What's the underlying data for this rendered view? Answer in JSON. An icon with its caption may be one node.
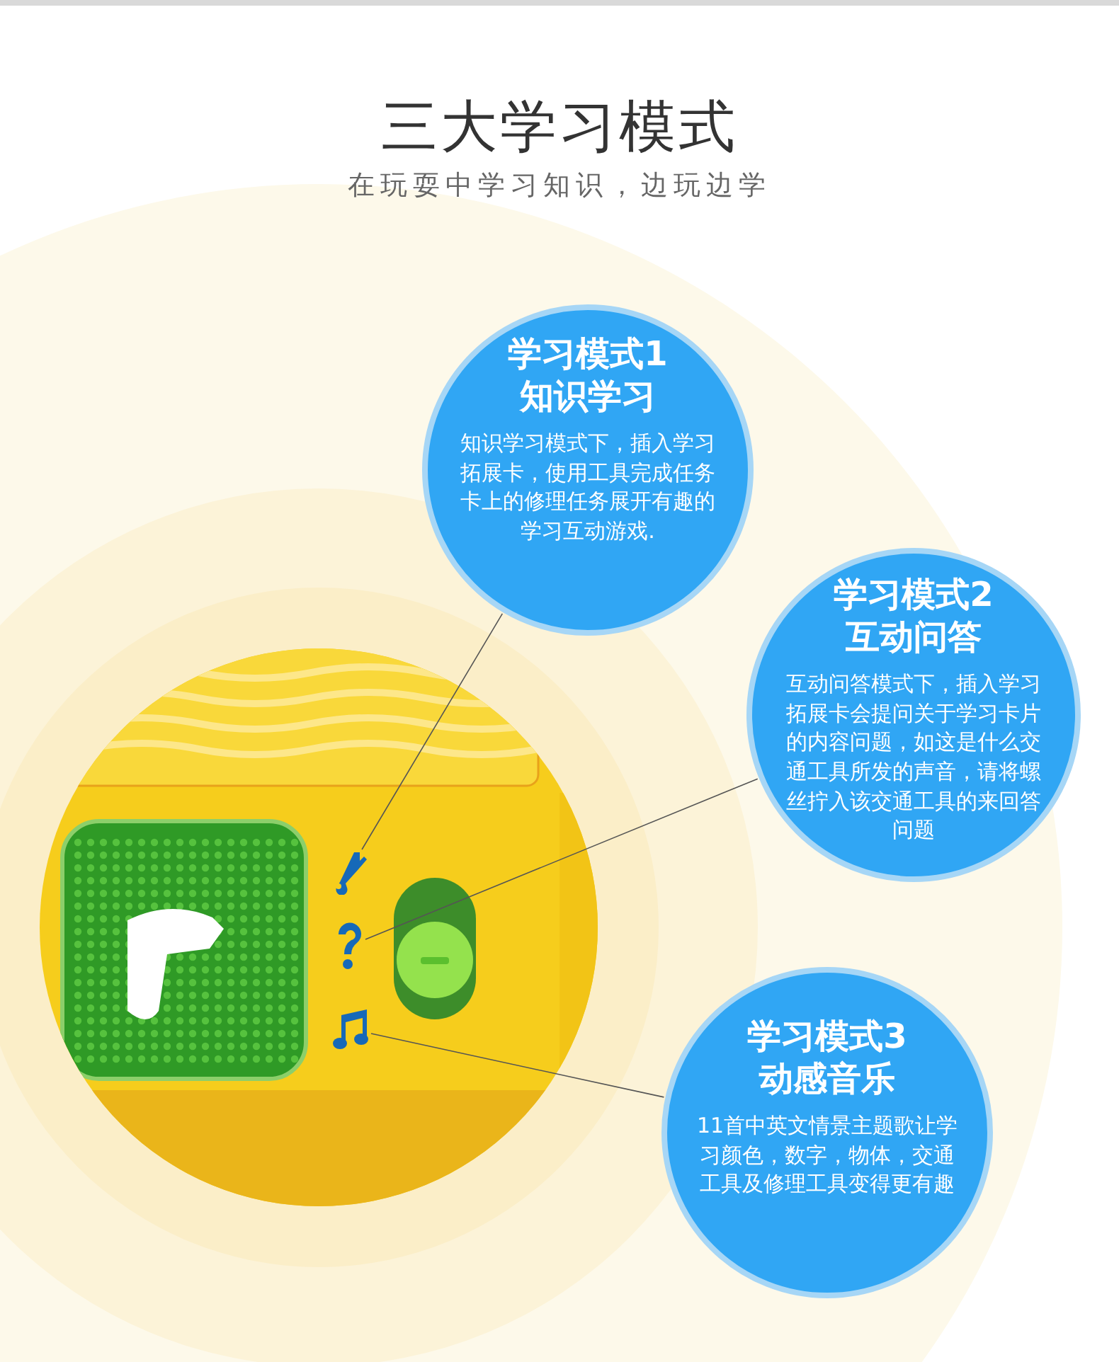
{
  "diagram": {
    "title": "三大学习模式",
    "nodes": [
      {
        "text": [
          "学习模式1知识学习",
          "知识学习模式下，插入学习拓展卡，使用工具完成任务卡上的修理任务展开有趣的学习互动游戏."
        ]
      },
      {
        "text": [
          "学习模式2互动问答",
          "互动问答模式下，插入学习拓展卡会提问关于学习卡片的内容问题，如这是什么交通工具所发的声音，请将螺丝拧入该交通工具的来回答问题"
        ]
      },
      {
        "text": [
          "学习模式3动感音乐",
          "11首中英文情景主题歌让学习颜色，数字，物体，交通工具及修理工具变得更有趣"
        ]
      },
      {
        "text": [],
        "shape": "picture"
      },
      {
        "text": [],
        "shape": "picture"
      },
      {
        "text": [],
        "shape": "picture"
      }
    ],
    "edges": [
      {
        "from": 0,
        "to": 3,
        "arrow": "none"
      },
      {
        "from": 1,
        "to": 4,
        "arrow": "none"
      },
      {
        "from": 2,
        "to": 5,
        "arrow": "none"
      }
    ],
    "labels": [
      "在玩耍中学习知识，边玩边学"
    ]
  }
}
